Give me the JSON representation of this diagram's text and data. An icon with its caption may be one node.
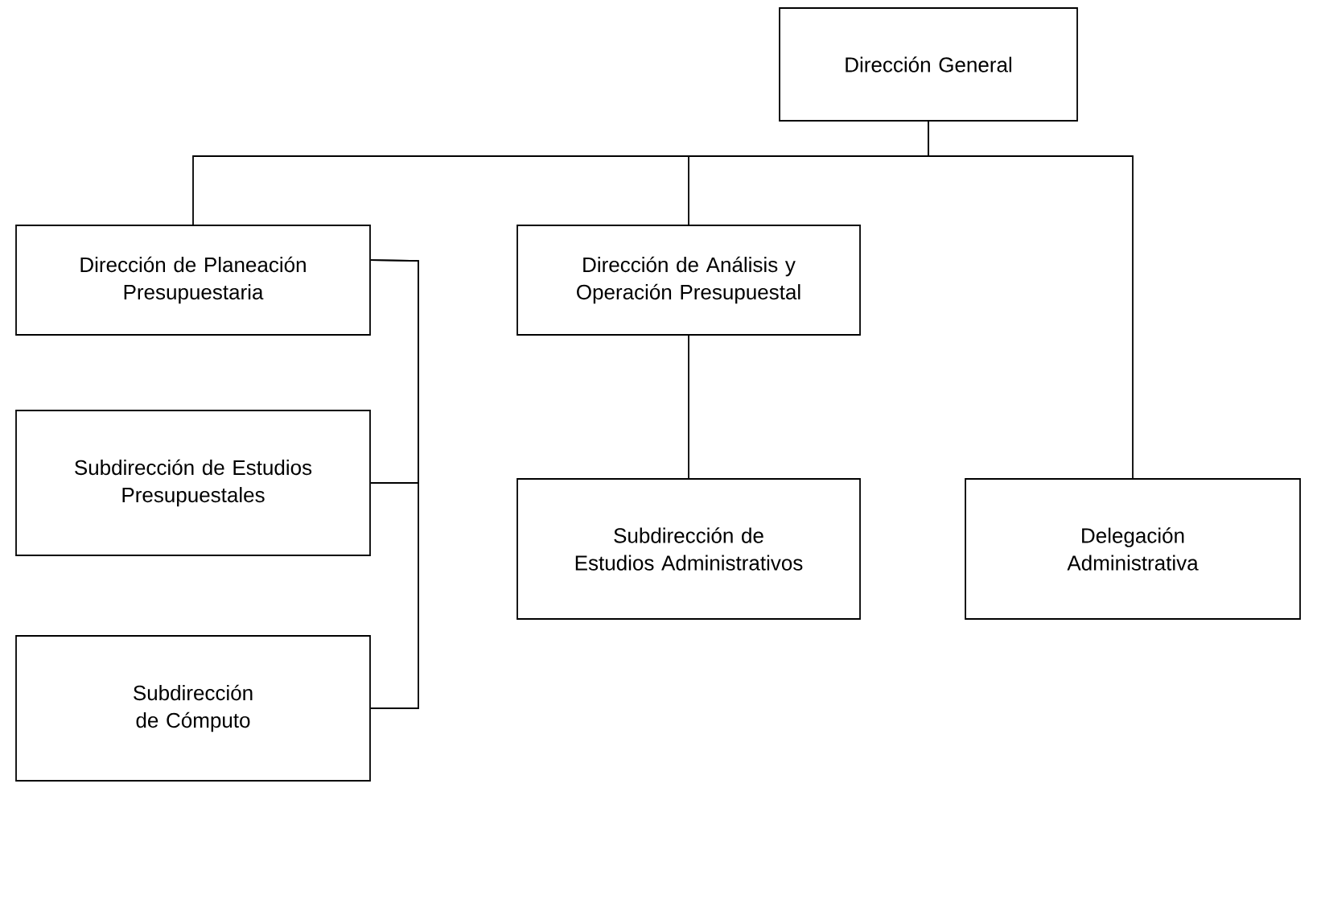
{
  "diagram": {
    "nodes": [
      {
        "text": [
          "Dirección General"
        ]
      },
      {
        "text": [
          "Dirección de Planeación Presupuestaria"
        ]
      },
      {
        "text": [
          "Dirección de Análisis y Operación Presupuestal"
        ]
      },
      {
        "text": [
          "Subdirección de Estudios Presupuestales"
        ]
      },
      {
        "text": [
          "Subdirección de Estudios Administrativos"
        ]
      },
      {
        "text": [
          "Delegación Administrativa"
        ]
      },
      {
        "text": [
          "Subdirección de Cómputo"
        ]
      }
    ],
    "edges": [
      {
        "from": 0,
        "to": 1,
        "arrow": "none"
      },
      {
        "from": 0,
        "to": 2,
        "arrow": "none"
      },
      {
        "from": 0,
        "to": 5,
        "arrow": "none"
      },
      {
        "from": 1,
        "to": 3,
        "arrow": "none"
      },
      {
        "from": 1,
        "to": 6,
        "arrow": "none"
      },
      {
        "from": 2,
        "to": 4,
        "arrow": "none"
      }
    ]
  }
}
